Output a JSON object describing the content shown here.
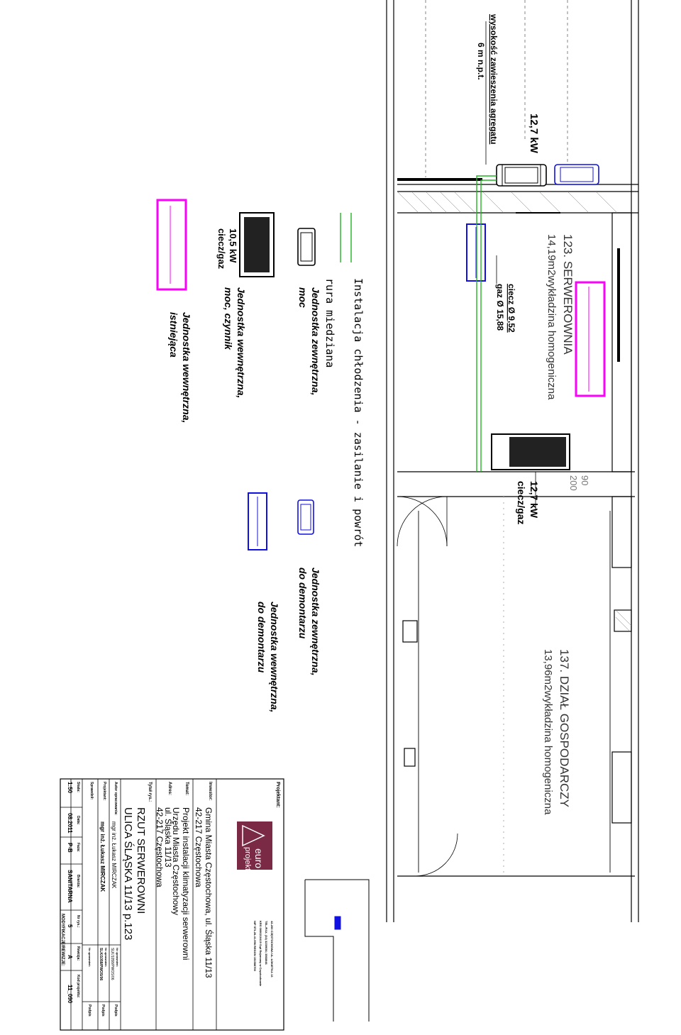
{
  "plan": {
    "room123": {
      "number": "123.",
      "name": "SERWEROWNIA",
      "area": "14,19m2",
      "floor": "wykładzina homogeniczna"
    },
    "room137": {
      "number": "137.",
      "name": "DZIAŁ GOSPODARCZY",
      "area": "13,96m2",
      "floor": "wykładzina homogeniczna"
    },
    "outdoor_top": {
      "power": "12,7 kW",
      "height_label": "wysokość zawieszenia agregatu",
      "height_value": "6 m n.p.t."
    },
    "pipe_label": {
      "liquid": "ciecz Ø 9,52",
      "gas": "gaz Ø 15,88"
    },
    "indoor_main": {
      "power": "12,7 kW",
      "media": "ciecz/gaz"
    },
    "door_dims": {
      "a": "90",
      "b": "200"
    }
  },
  "legend": {
    "line_label_1": "Instalacja chłodzenia - zasilanie i powrót",
    "line_label_2": "rura miedziana",
    "outdoor_new_1": "Jednostka zewnętrzna,",
    "outdoor_new_2": "moc",
    "indoor_new_1": "Jednostka wewnętrzna,",
    "indoor_new_2": "moc, czynnik",
    "indoor_new_power": "10,5 kW",
    "indoor_new_media": "ciecz/gaz",
    "existing_1": "Jednostka wewnętrzna,",
    "existing_2": "istniejąca",
    "outdoor_demo_1": "Jednostka zewnętrzna,",
    "outdoor_demo_2": "do demontarzu",
    "indoor_demo_1": "Jednostka wewnętrzna,",
    "indoor_demo_2": "do demontarzu"
  },
  "titleblock": {
    "designer_label": "Projektant:",
    "company_line1": "42-200 CZĘSTOCHOWA UL. ŁOKIETKA 13",
    "company_line2": "TEL./FAX. (34) 3239036; 3568046",
    "company_line3": "KRS 0000210419 Sąd Rejonowy w Częstochowie",
    "company_line4": "NIP 573-26-41-996 REGON 151586700",
    "logo_1": "euro",
    "logo_2": "projekt",
    "investor_label": "Inwestor:",
    "investor_1": "Gmina Miasta Częstochowa, ul. Śląska 11/13",
    "investor_2": "42-217 Częstochowa",
    "subject_label": "Temat:",
    "subject_1": "Projekt instalacji klimatyzacji serwerowni",
    "subject_2": "Urzędu Miasta Częstochowy",
    "address_label": "Adres:",
    "address_1": "ul. Śląska 11/13",
    "address_2": "42-217 Częstochowa",
    "drawing_label": "Tytuł rys.:",
    "drawing_1": "RZUT SERWEROWNI",
    "drawing_2": "ULICA ŚLĄSKA 11/13 p.123",
    "author_label": "Autor opracowania:",
    "author_name": "mgr inż. Łukasz MIRCZAK",
    "author_perm_label": "Nr uprawnień:",
    "author_perm": "SLK/1058/PWOS/06",
    "sign_label": "Podpis",
    "designer2_label": "Projektant:",
    "designer2_name": "mgr inż. Łukasz MIRCZAK",
    "designer2_perm_label": "Nr uprawnień:",
    "designer2_perm": "SLK/1058/PWOS/06",
    "checker_label": "Sprawdził:",
    "checker_perm_label": "Nr uprawnień:",
    "scale_label": "Skala:",
    "date_label": "Data:",
    "phase_label": "Faza:",
    "branch_label": "Branża:",
    "sheet_label": "Nr rys.:",
    "rev_label": "Rewizja:",
    "code_label": "Kod projektu:",
    "scale": "1:50",
    "date": "08.2011",
    "phase": "P-B",
    "branch": "SANITARNA",
    "sheet": "5",
    "rev": "A",
    "code": "11_090",
    "mods": "MODYFIKACJE/REWIZJE:"
  },
  "colors": {
    "green": "#22b322",
    "blue": "#1010e0",
    "magenta": "#ff00ff",
    "burgundy": "#7a2a45",
    "black": "#000000"
  }
}
